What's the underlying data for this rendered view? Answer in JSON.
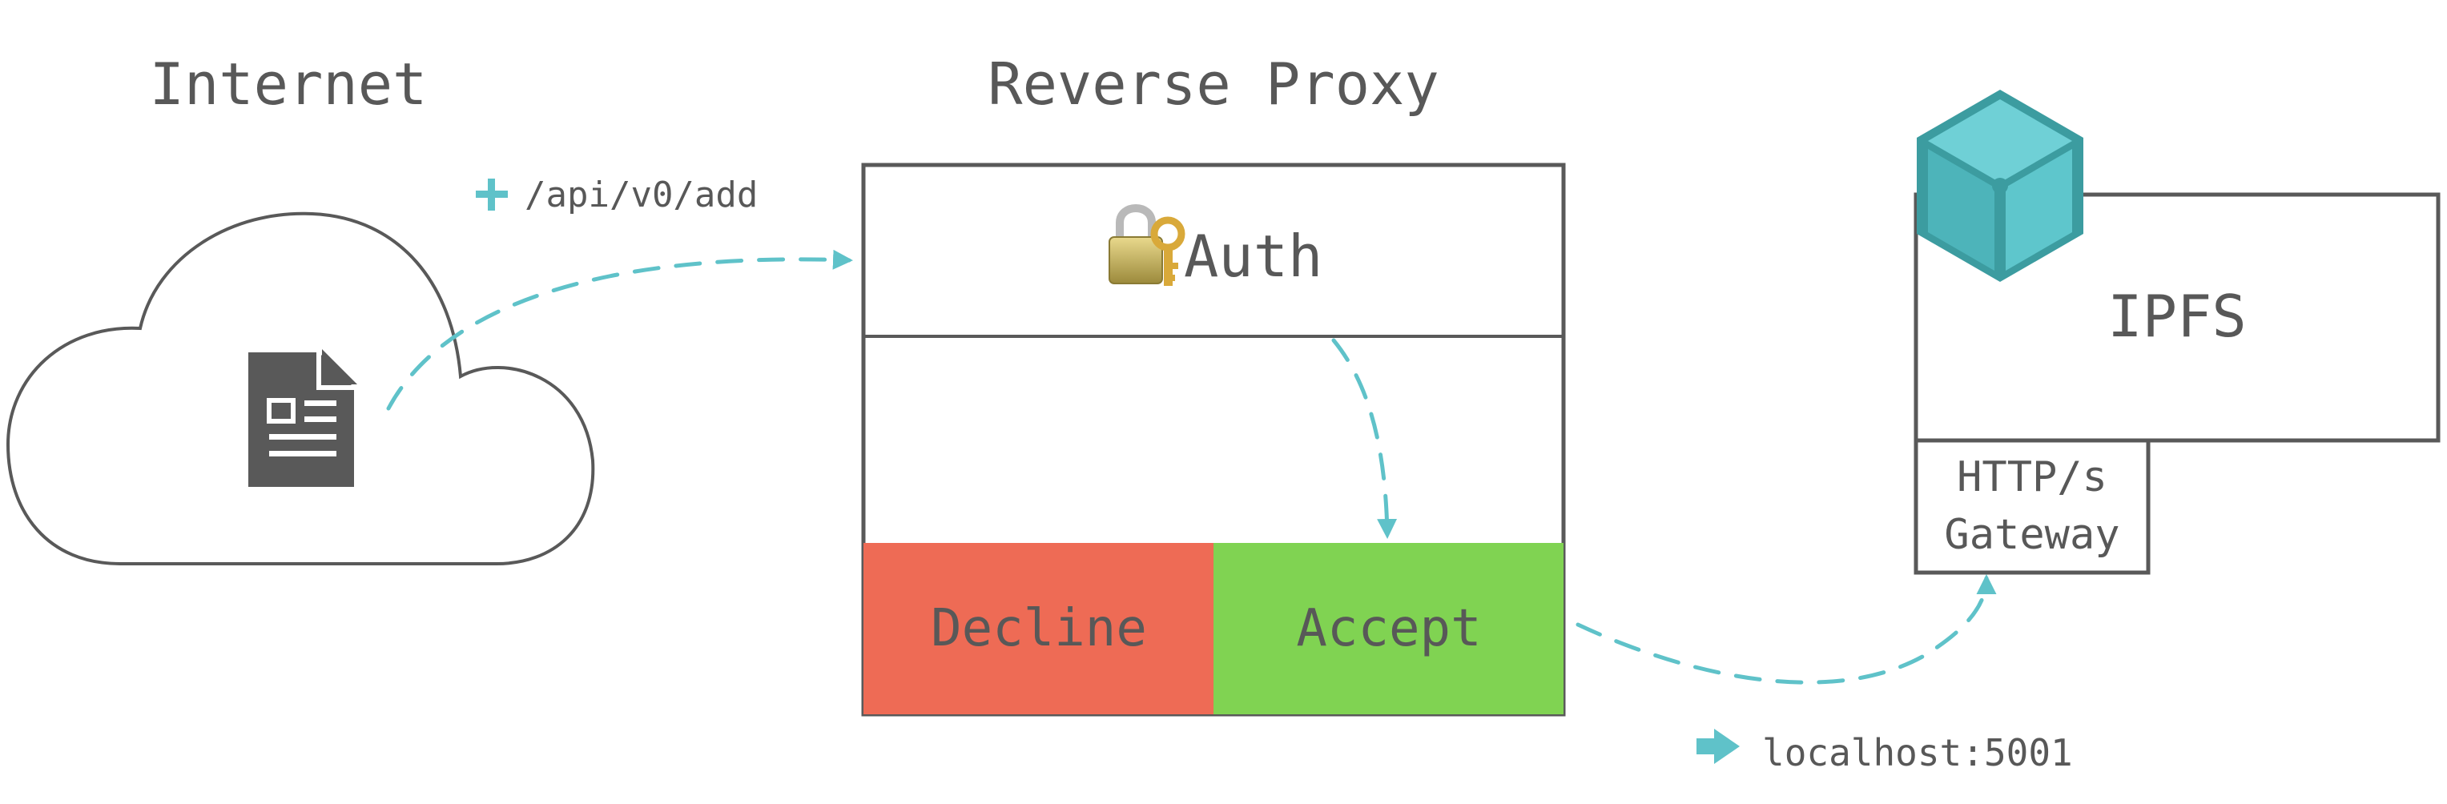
{
  "sections": {
    "internet": "Internet",
    "reverse_proxy": "Reverse Proxy"
  },
  "request": {
    "endpoint": "/api/v0/add"
  },
  "proxy": {
    "auth_label": "Auth",
    "decline_label": "Decline",
    "accept_label": "Accept"
  },
  "ipfs": {
    "label": "IPFS",
    "gateway_line1": "HTTP/s",
    "gateway_line2": "Gateway"
  },
  "forward": {
    "target": "localhost:5001"
  },
  "colors": {
    "accent": "#5fc2c9",
    "decline": "#ee6b55",
    "accept": "#80d352",
    "text": "#585858",
    "stroke": "#595959",
    "cube_light": "#63c9cf",
    "cube_dark": "#3c9ca0"
  },
  "icons": {
    "document": "document-icon",
    "lock_key": "lock-key-icon",
    "plus": "plus-icon",
    "arrow_right": "arrow-right-icon",
    "cube": "ipfs-cube-icon"
  }
}
